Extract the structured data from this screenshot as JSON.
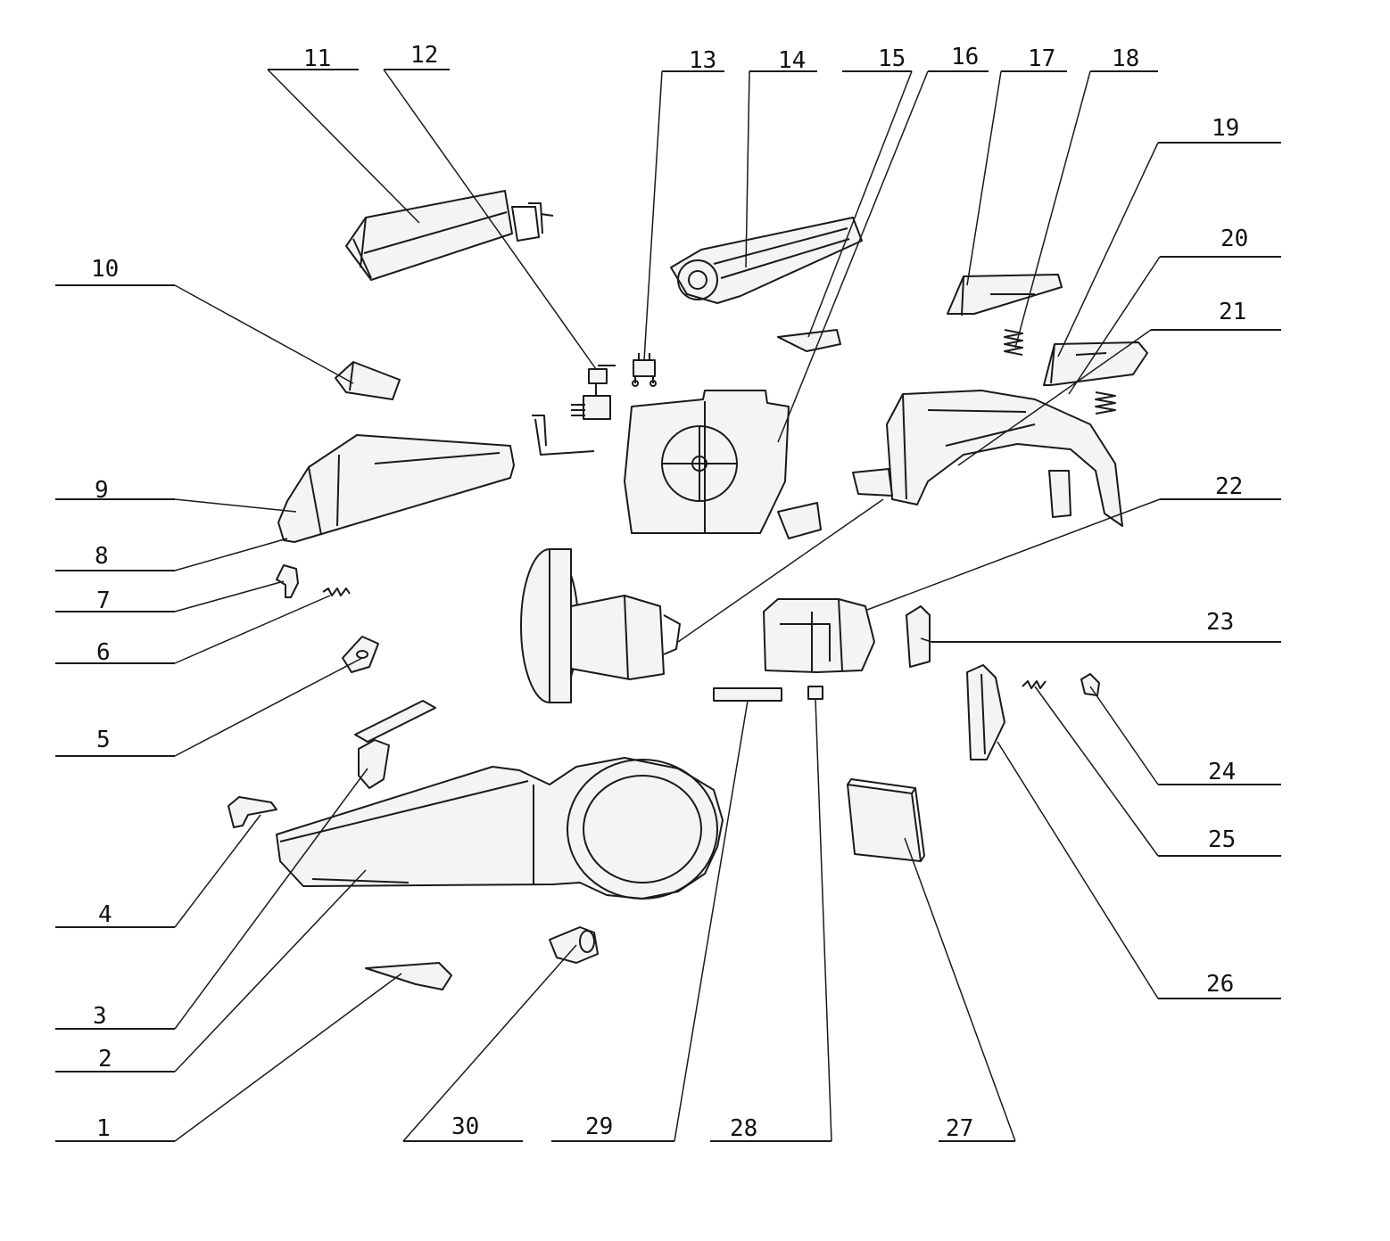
{
  "diagram": {
    "callouts": [
      {
        "id": "11",
        "label": "11"
      },
      {
        "id": "12",
        "label": "12"
      },
      {
        "id": "13",
        "label": "13"
      },
      {
        "id": "14",
        "label": "14"
      },
      {
        "id": "15",
        "label": "15"
      },
      {
        "id": "16",
        "label": "16"
      },
      {
        "id": "17",
        "label": "17"
      },
      {
        "id": "18",
        "label": "18"
      },
      {
        "id": "19",
        "label": "19"
      },
      {
        "id": "20",
        "label": "20"
      },
      {
        "id": "21",
        "label": "21"
      },
      {
        "id": "10",
        "label": "10"
      },
      {
        "id": "9",
        "label": "9"
      },
      {
        "id": "8",
        "label": "8"
      },
      {
        "id": "7",
        "label": "7"
      },
      {
        "id": "6",
        "label": "6"
      },
      {
        "id": "5",
        "label": "5"
      },
      {
        "id": "4",
        "label": "4"
      },
      {
        "id": "3",
        "label": "3"
      },
      {
        "id": "2",
        "label": "2"
      },
      {
        "id": "1",
        "label": "1"
      },
      {
        "id": "22",
        "label": "22"
      },
      {
        "id": "23",
        "label": "23"
      },
      {
        "id": "24",
        "label": "24"
      },
      {
        "id": "25",
        "label": "25"
      },
      {
        "id": "26",
        "label": "26"
      },
      {
        "id": "27",
        "label": "27"
      },
      {
        "id": "28",
        "label": "28"
      },
      {
        "id": "29",
        "label": "29"
      },
      {
        "id": "30",
        "label": "30"
      }
    ]
  }
}
